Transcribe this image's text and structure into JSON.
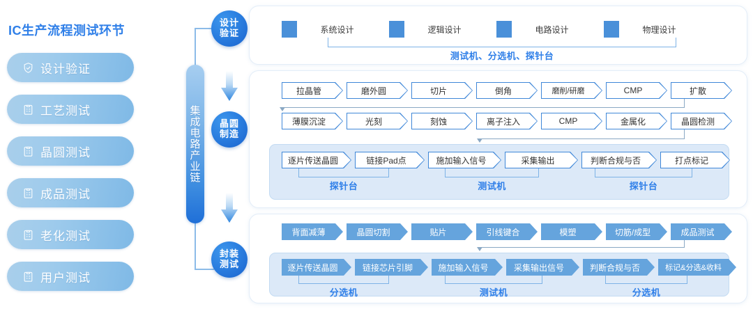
{
  "sidebar": {
    "title": "IC生产流程测试环节",
    "items": [
      {
        "label": "设计验证",
        "icon": "shield-check-icon"
      },
      {
        "label": "工艺测试",
        "icon": "clipboard-check-icon"
      },
      {
        "label": "晶圆测试",
        "icon": "clipboard-check-icon"
      },
      {
        "label": "成品测试",
        "icon": "clipboard-check-icon"
      },
      {
        "label": "老化测试",
        "icon": "clipboard-check-icon"
      },
      {
        "label": "用户测试",
        "icon": "clipboard-check-icon"
      }
    ]
  },
  "chain": {
    "bar_chars": [
      "集",
      "成",
      "电",
      "路",
      "产",
      "业",
      "链"
    ],
    "bar_text": "集成电路产业链"
  },
  "stages": [
    {
      "line1": "设计",
      "line2": "验证"
    },
    {
      "line1": "晶圆",
      "line2": "制造"
    },
    {
      "line1": "封装",
      "line2": "测试"
    }
  ],
  "design": {
    "steps": [
      "系统设计",
      "逻辑设计",
      "电路设计",
      "物理设计"
    ],
    "group_label": "测试机、分选机、探针台"
  },
  "wafer": {
    "row1": [
      "拉晶管",
      "磨外圆",
      "切片",
      "倒角",
      "磨削/研磨",
      "CMP",
      "扩散"
    ],
    "row2": [
      "薄膜沉淀",
      "光刻",
      "刻蚀",
      "离子注入",
      "CMP",
      "金属化",
      "晶圆检测"
    ],
    "test_row": [
      "逐片传送晶圆",
      "链接Pad点",
      "施加输入信号",
      "采集输出",
      "判断合规与否",
      "打点标记"
    ],
    "group_labels": [
      "探针台",
      "测试机",
      "探针台"
    ]
  },
  "package": {
    "row1": [
      "背面减薄",
      "晶圆切割",
      "贴片",
      "引线键合",
      "模塑",
      "切筋/成型",
      "成品测试"
    ],
    "test_row": [
      "逐片传送晶圆",
      "链接芯片引脚",
      "施加输入信号",
      "采集输出信号",
      "判断合规与否",
      "标记&分选&收料"
    ],
    "group_labels": [
      "分选机",
      "测试机",
      "分选机"
    ]
  },
  "colors": {
    "accent_blue": "#2f7fe8",
    "chevron_fill": "#65a4dd",
    "panel_bg": "#ffffff",
    "inner_box_bg": "#dce9f8",
    "square_blue": "#4a90d9"
  }
}
